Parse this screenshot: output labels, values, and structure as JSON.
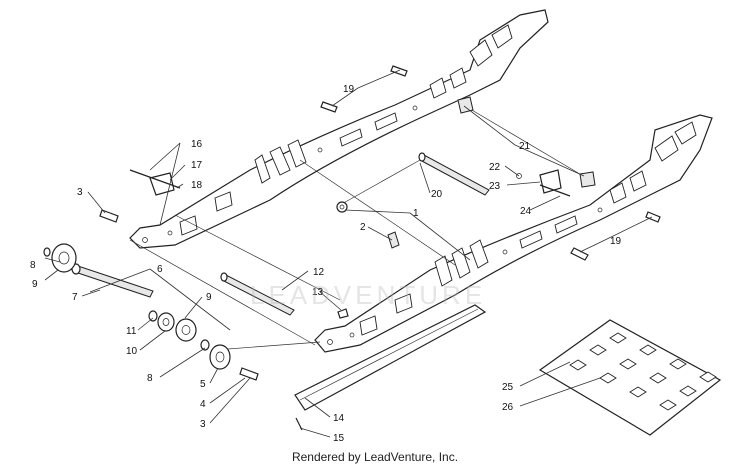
{
  "diagram": {
    "footer": "Rendered by LeadVenture, Inc.",
    "watermark": "LEADVENTURE",
    "callouts": [
      "1",
      "2",
      "3",
      "3",
      "4",
      "5",
      "6",
      "7",
      "8",
      "8",
      "9",
      "9",
      "10",
      "11",
      "12",
      "13",
      "14",
      "15",
      "16",
      "17",
      "18",
      "19",
      "19",
      "20",
      "21",
      "22",
      "23",
      "24",
      "25",
      "26"
    ]
  },
  "colors": {
    "line": "#222222",
    "fill": "#e8e8e8",
    "background": "#ffffff"
  }
}
